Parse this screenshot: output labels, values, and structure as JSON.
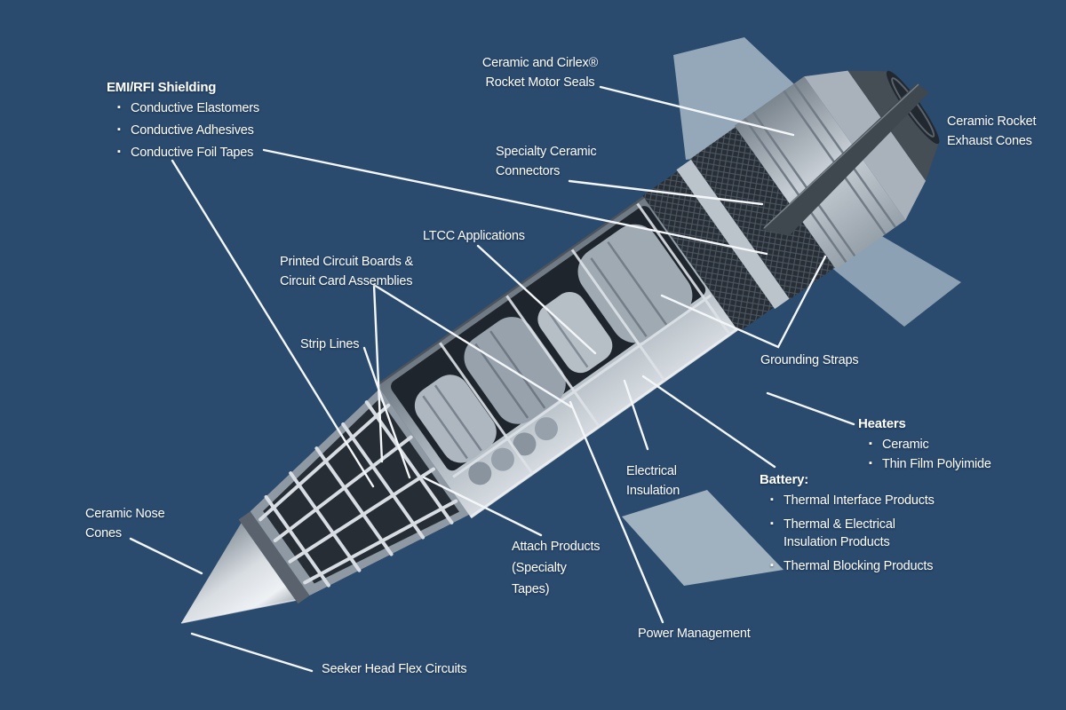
{
  "colors": {
    "background": "#2a4a6e",
    "label_text": "#ffffff",
    "leader_line": "#f4f7f9",
    "hull_light": "#c6cdd4",
    "hull_dark": "#6e7882",
    "interior_dark": "#232930",
    "fin_gray": "#9db0bf"
  },
  "labels": {
    "emi": {
      "title": "EMI/RFI Shielding",
      "items": [
        "Conductive Elastomers",
        "Conductive Adhesives",
        "Conductive Foil Tapes"
      ]
    },
    "motor_seals": {
      "line1": "Ceramic and Cirlex®",
      "line2": "Rocket Motor Seals"
    },
    "exhaust_cones": {
      "line1": "Ceramic Rocket",
      "line2": "Exhaust Cones"
    },
    "connectors": {
      "line1": "Specialty Ceramic",
      "line2": "Connectors"
    },
    "ltcc": {
      "text": "LTCC Applications"
    },
    "pcb": {
      "line1": "Printed Circuit Boards &",
      "line2": "Circuit Card Assemblies"
    },
    "strip_lines": {
      "text": "Strip Lines"
    },
    "grounding_straps": {
      "text": "Grounding Straps"
    },
    "heaters": {
      "title": "Heaters",
      "items": [
        "Ceramic",
        "Thin Film Polyimide"
      ]
    },
    "battery": {
      "title": "Battery:",
      "items": [
        "Thermal Interface Products",
        "Thermal & Electrical Insulation Products",
        "Thermal Blocking Products"
      ]
    },
    "electrical_insulation": {
      "line1": "Electrical",
      "line2": "Insulation"
    },
    "nose_cones": {
      "line1": "Ceramic Nose",
      "line2": "Cones"
    },
    "attach_products": {
      "line1": "Attach Products",
      "line2": "(Specialty",
      "line3": "Tapes)"
    },
    "power_management": {
      "text": "Power Management"
    },
    "seeker": {
      "text": "Seeker Head Flex Circuits"
    }
  }
}
